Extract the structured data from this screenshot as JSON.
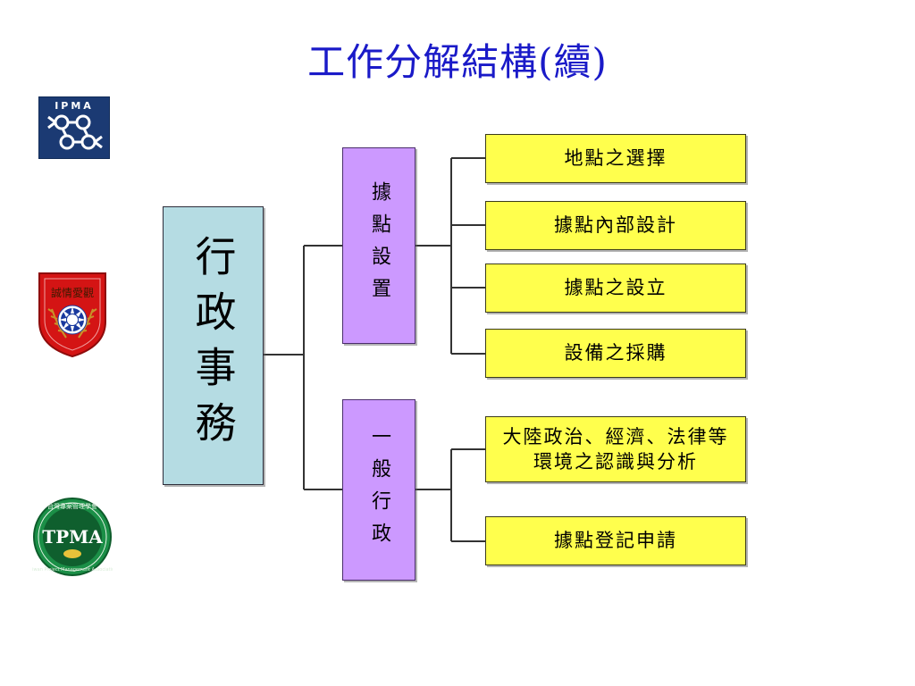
{
  "slide": {
    "title": "工作分解結構(續)",
    "title_color": "#1a1ac8",
    "background": "#ffffff"
  },
  "logos": [
    {
      "name": "ipma-logo",
      "text": "IPMA",
      "background": "#1b3a73",
      "foreground": "#ffffff"
    },
    {
      "name": "shield-emblem",
      "text": "",
      "background": "#cc1111",
      "foreground": "#ffd24d"
    },
    {
      "name": "tpma-logo",
      "text": "TPMA",
      "background": "#0f7a3d",
      "foreground": "#ffffff"
    }
  ],
  "diagram": {
    "type": "work-breakdown-structure",
    "colors": {
      "root": "#b5dce3",
      "level2": "#cc99ff",
      "leaf": "#ffff4d",
      "line": "#333333"
    },
    "root": {
      "label": "行政事務",
      "orientation": "vertical"
    },
    "branches": [
      {
        "label": "據點設置",
        "orientation": "vertical",
        "leaves": [
          {
            "label": "地點之選擇"
          },
          {
            "label": "據點內部設計"
          },
          {
            "label": "據點之設立"
          },
          {
            "label": "設備之採購"
          }
        ]
      },
      {
        "label": "一般行政",
        "orientation": "vertical",
        "leaves": [
          {
            "label": "大陸政治、經濟、法律等",
            "label2": "環境之認識與分析"
          },
          {
            "label": "據點登記申請"
          }
        ]
      }
    ]
  }
}
